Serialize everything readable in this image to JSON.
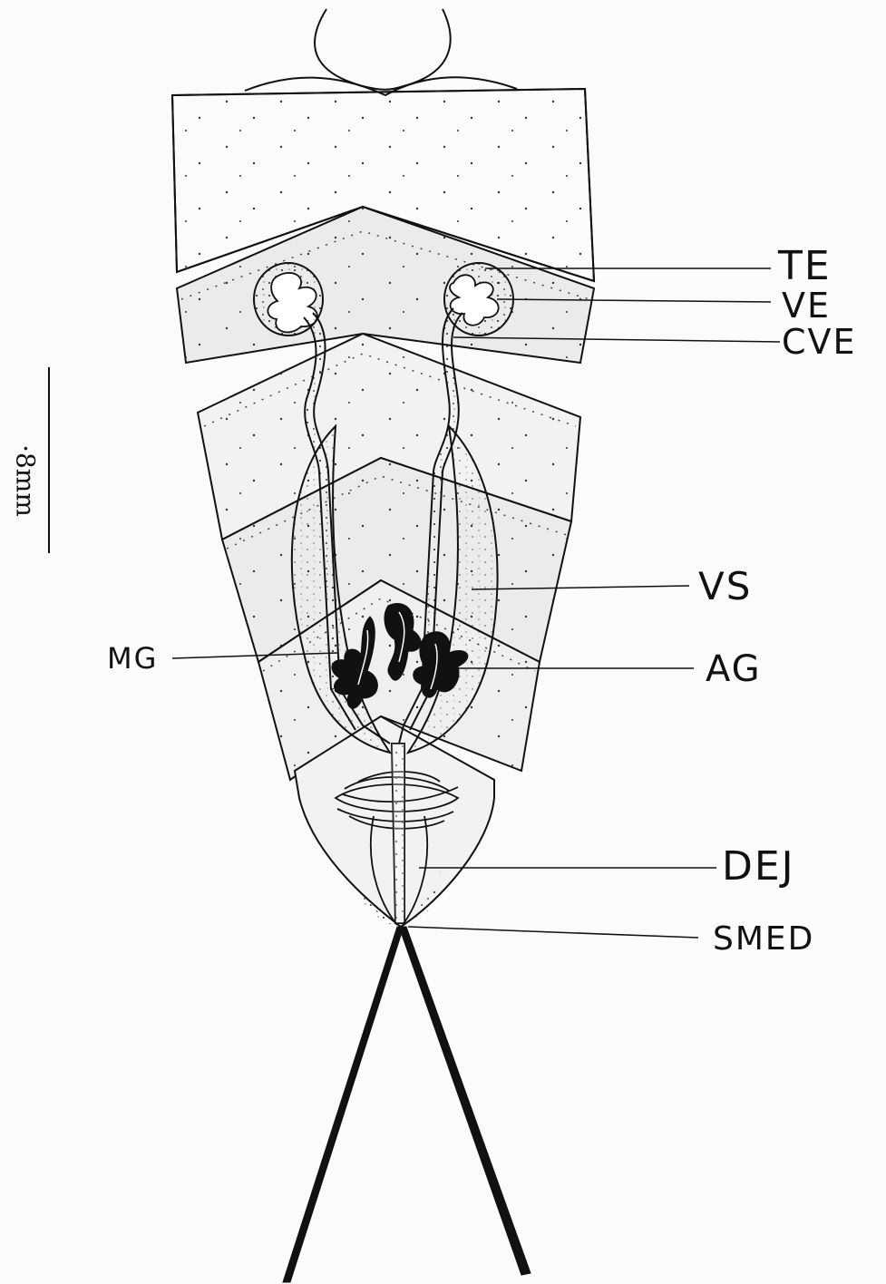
{
  "scale_bar": {
    "label": "·8mm"
  },
  "labels": {
    "te": "TE",
    "ve": "VE",
    "cve": "CVE",
    "vs": "VS",
    "ag": "AG",
    "mg": "MG",
    "dej": "DEJ",
    "smed": "SMED"
  },
  "colors": {
    "ink": "#111111",
    "paper": "#fbfbf9",
    "tint": "#ebebe9"
  }
}
